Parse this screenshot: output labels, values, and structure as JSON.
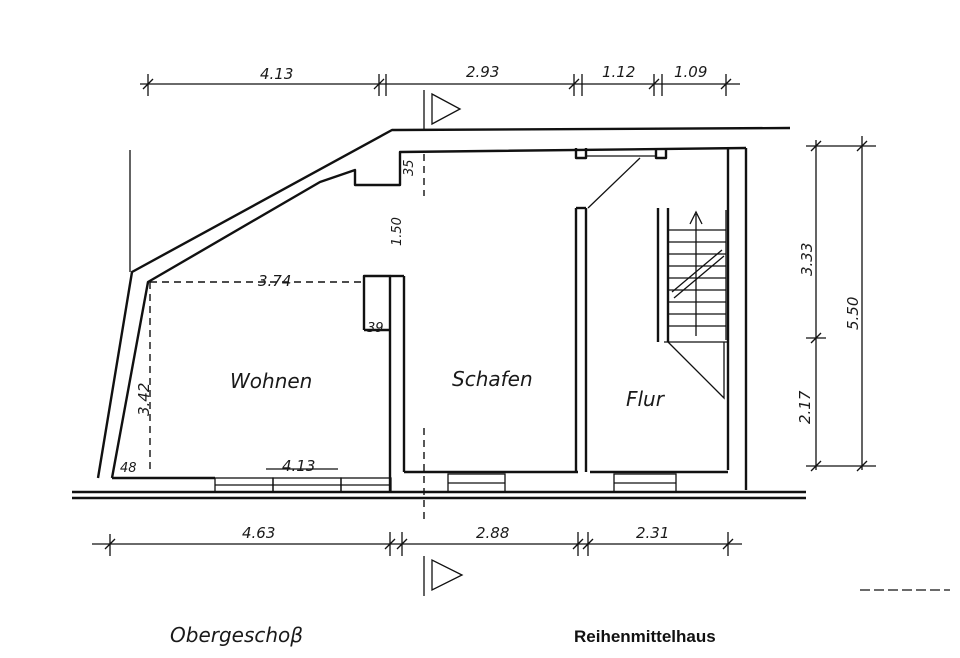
{
  "plan": {
    "dimensions_top": [
      "4.13",
      "2.93",
      "1.12",
      "1.09"
    ],
    "dimensions_bottom": [
      "4.63",
      "2.88",
      "2.31"
    ],
    "dimensions_right": [
      "3.33",
      "2.17",
      "5.50"
    ],
    "interior": {
      "d_374": "3.74",
      "d_342": "3.42",
      "d_413": "4.13",
      "d_48": "48",
      "d_39": "39",
      "d_35": "35",
      "d_150": "1.50"
    },
    "rooms": {
      "wohnen": "Wohnen",
      "schlafen": "Schafen",
      "flur": "Flur"
    }
  },
  "captions": {
    "floor": "Obergeschoβ",
    "house_type": "Reihenmittelhaus"
  }
}
